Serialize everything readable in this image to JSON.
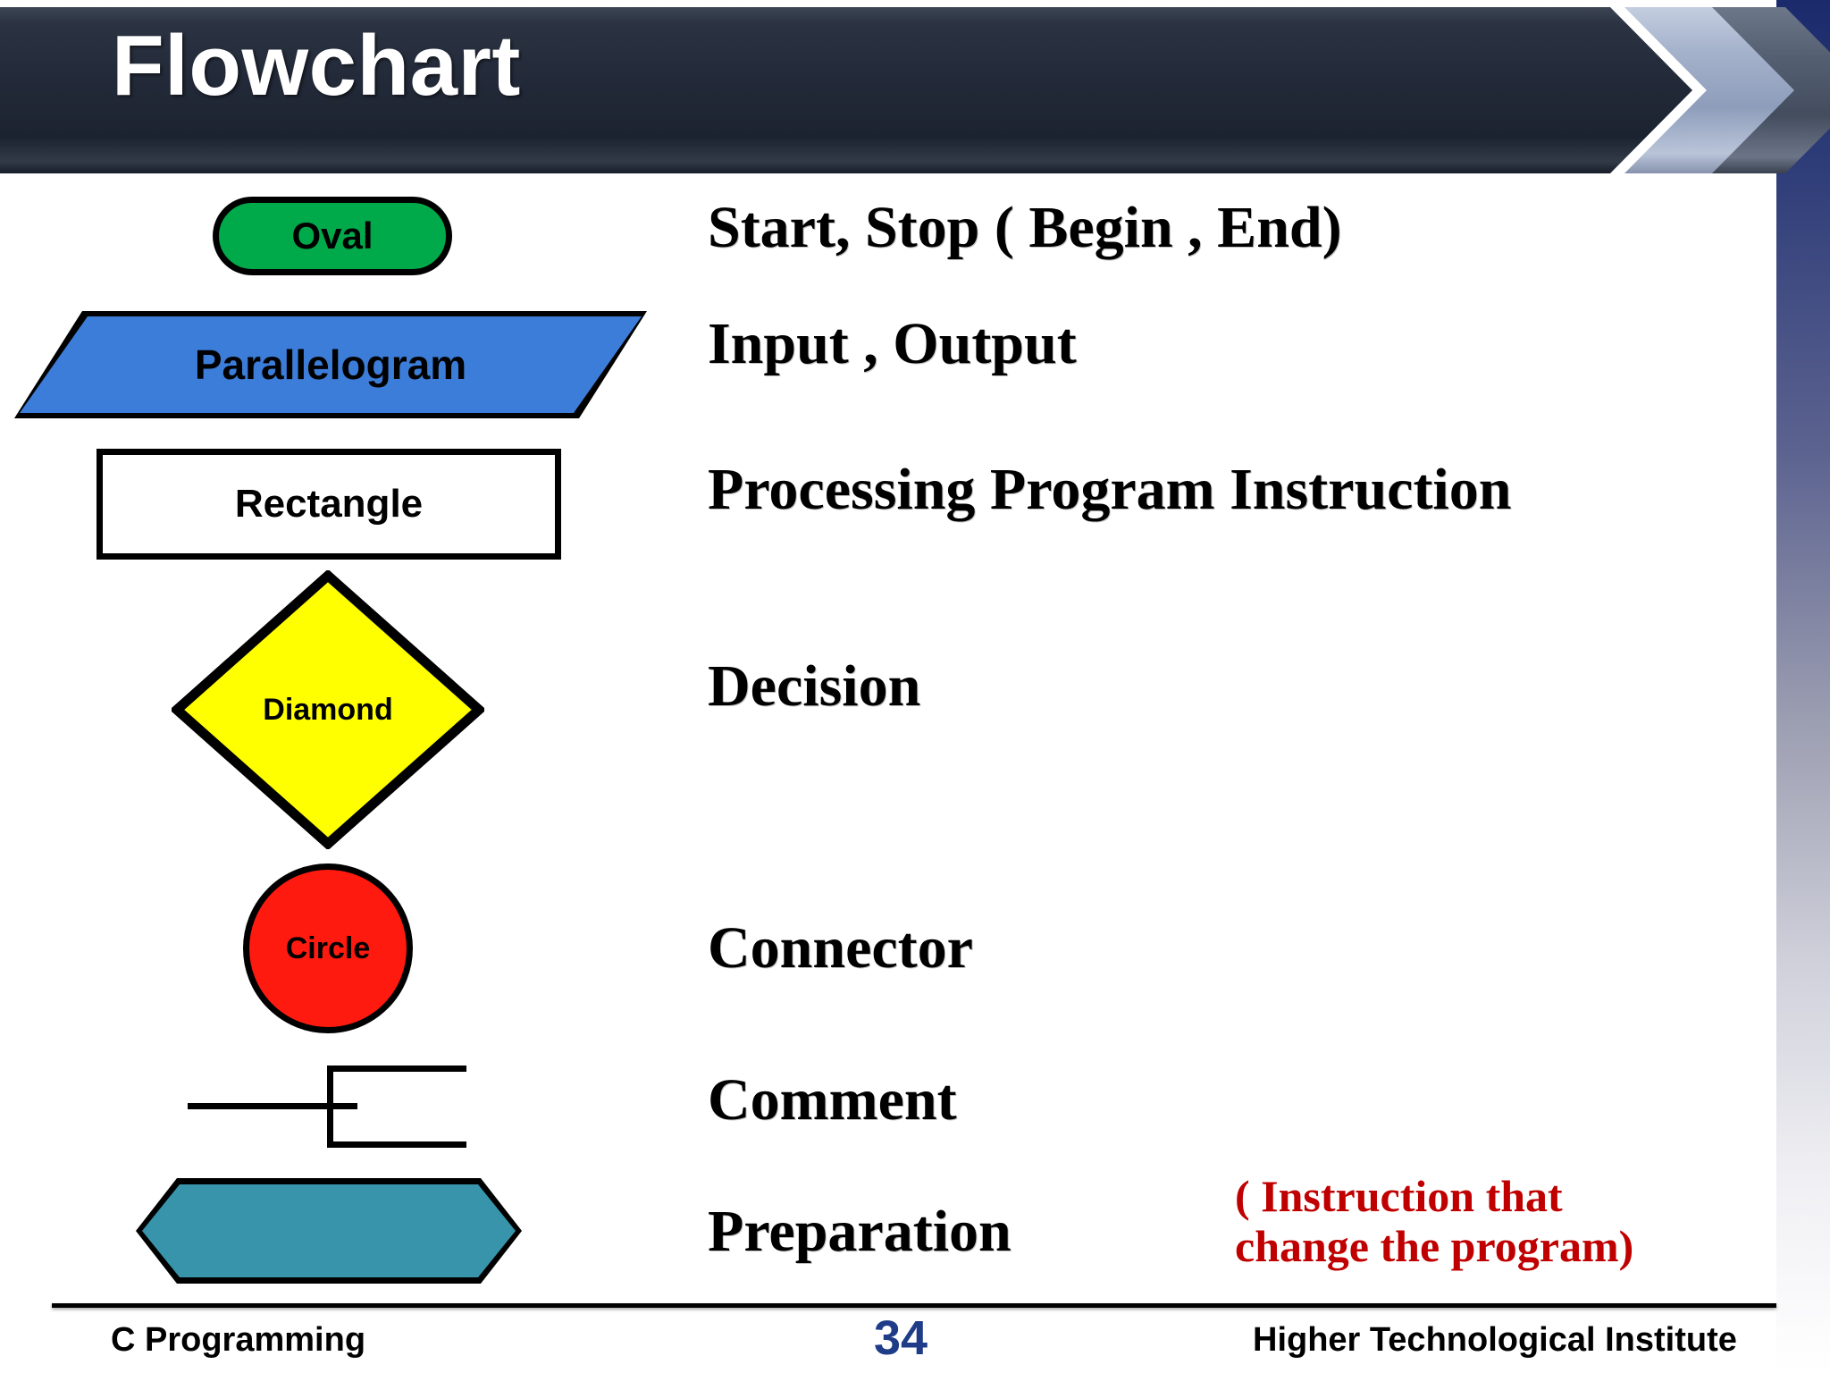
{
  "slide": {
    "title": "Flowchart",
    "shapes": [
      {
        "name": "oval",
        "label": "Oval",
        "fill": "#00a94a",
        "meaning": "Start, Stop ( Begin , End)"
      },
      {
        "name": "parallelogram",
        "label": "Parallelogram",
        "fill": "#3b7dd8",
        "meaning": "Input , Output"
      },
      {
        "name": "rectangle",
        "label": "Rectangle",
        "fill": "#ffffff",
        "meaning": "Processing Program Instruction"
      },
      {
        "name": "diamond",
        "label": "Diamond",
        "fill": "#ffff00",
        "meaning": "Decision"
      },
      {
        "name": "circle",
        "label": "Circle",
        "fill": "#ff1a10",
        "meaning": "Connector"
      },
      {
        "name": "comment",
        "label": "",
        "fill": "#ffffff",
        "meaning": "Comment"
      },
      {
        "name": "preparation",
        "label": "",
        "fill": "#3894ab",
        "meaning": "Preparation"
      }
    ],
    "note": {
      "line1": "( Instruction that",
      "line2": "change the program)",
      "color": "#c00000"
    }
  },
  "footer": {
    "course": "C Programming",
    "page_number": "34",
    "institute": "Higher Technological Institute",
    "page_number_color": "#1f3c88"
  }
}
